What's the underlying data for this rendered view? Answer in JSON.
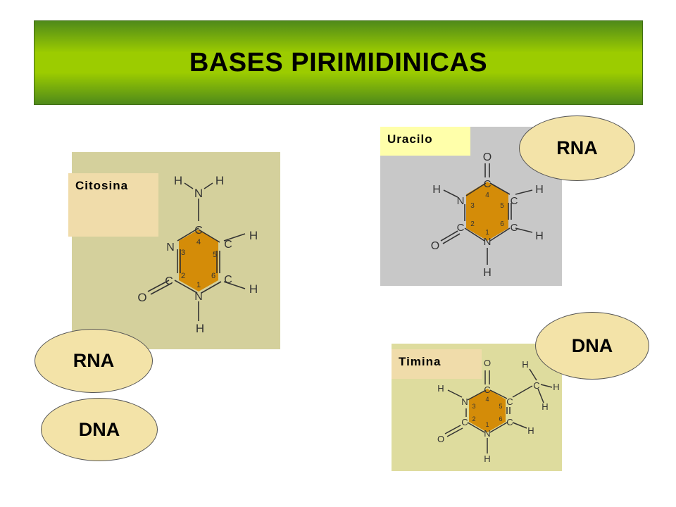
{
  "title": "BASES PIRIMIDINICAS",
  "colors": {
    "banner_light": "#9ccc00",
    "banner_dark": "#4f8a1a",
    "ring_fill": "#d48c08",
    "citosina_bg": "#d4d09c",
    "uracilo_bg": "#c8c8c8",
    "timina_bg": "#dedc9e",
    "label_bg": "#f0dcaa",
    "label_bg_yellow": "#ffffaa",
    "oval_fill": "#f3e3a8"
  },
  "molecules": {
    "citosina": {
      "name": "Citosina",
      "ring_atoms": [
        "C",
        "N",
        "C",
        "N",
        "C",
        "C"
      ],
      "ring_numbers": [
        "4",
        "3",
        "2",
        "1",
        "6",
        "5"
      ],
      "substituents": [
        "H",
        "N",
        "H",
        "O",
        "H",
        "H",
        "H"
      ]
    },
    "uracilo": {
      "name": "Uracilo",
      "ring_atoms": [
        "C",
        "N",
        "C",
        "N",
        "C",
        "C"
      ],
      "ring_numbers": [
        "4",
        "3",
        "2",
        "1",
        "6",
        "5"
      ],
      "substituents": [
        "O",
        "H",
        "O",
        "H",
        "H",
        "H"
      ]
    },
    "timina": {
      "name": "Timina",
      "ring_atoms": [
        "C",
        "N",
        "C",
        "N",
        "C",
        "C"
      ],
      "ring_numbers": [
        "4",
        "3",
        "2",
        "1",
        "6",
        "5"
      ],
      "substituents": [
        "O",
        "H",
        "O",
        "H",
        "H",
        "C",
        "H",
        "H",
        "H"
      ]
    }
  },
  "ovals": {
    "uracilo_rna": "RNA",
    "timina_dna": "DNA",
    "citosina_rna": "RNA",
    "citosina_dna": "DNA"
  }
}
